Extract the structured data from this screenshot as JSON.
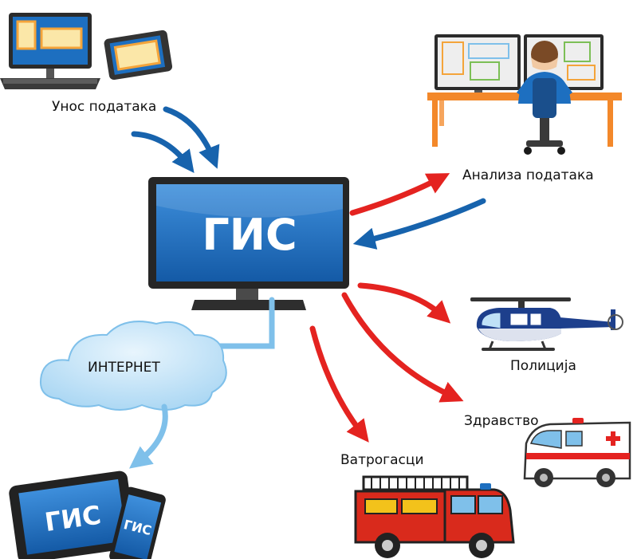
{
  "labels": {
    "data_entry": "Унос података",
    "data_analysis": "Анализа података",
    "internet": "ИНТЕРНЕТ",
    "police": "Полиција",
    "health": "Здравство",
    "firefighters": "Ватрогасци"
  },
  "gis_text": {
    "main_monitor": "ГИС",
    "tablet": "ГИС",
    "phone": "ГИС"
  },
  "colors": {
    "red_arrow": "#e42320",
    "blue_arrow": "#1763ad",
    "light_blue_line": "#7fc0ea",
    "screen_blue": "#1d6fc0",
    "desk_orange": "#f3882a",
    "fire_red": "#d92a1c",
    "cloud": "#bfe1f7"
  }
}
